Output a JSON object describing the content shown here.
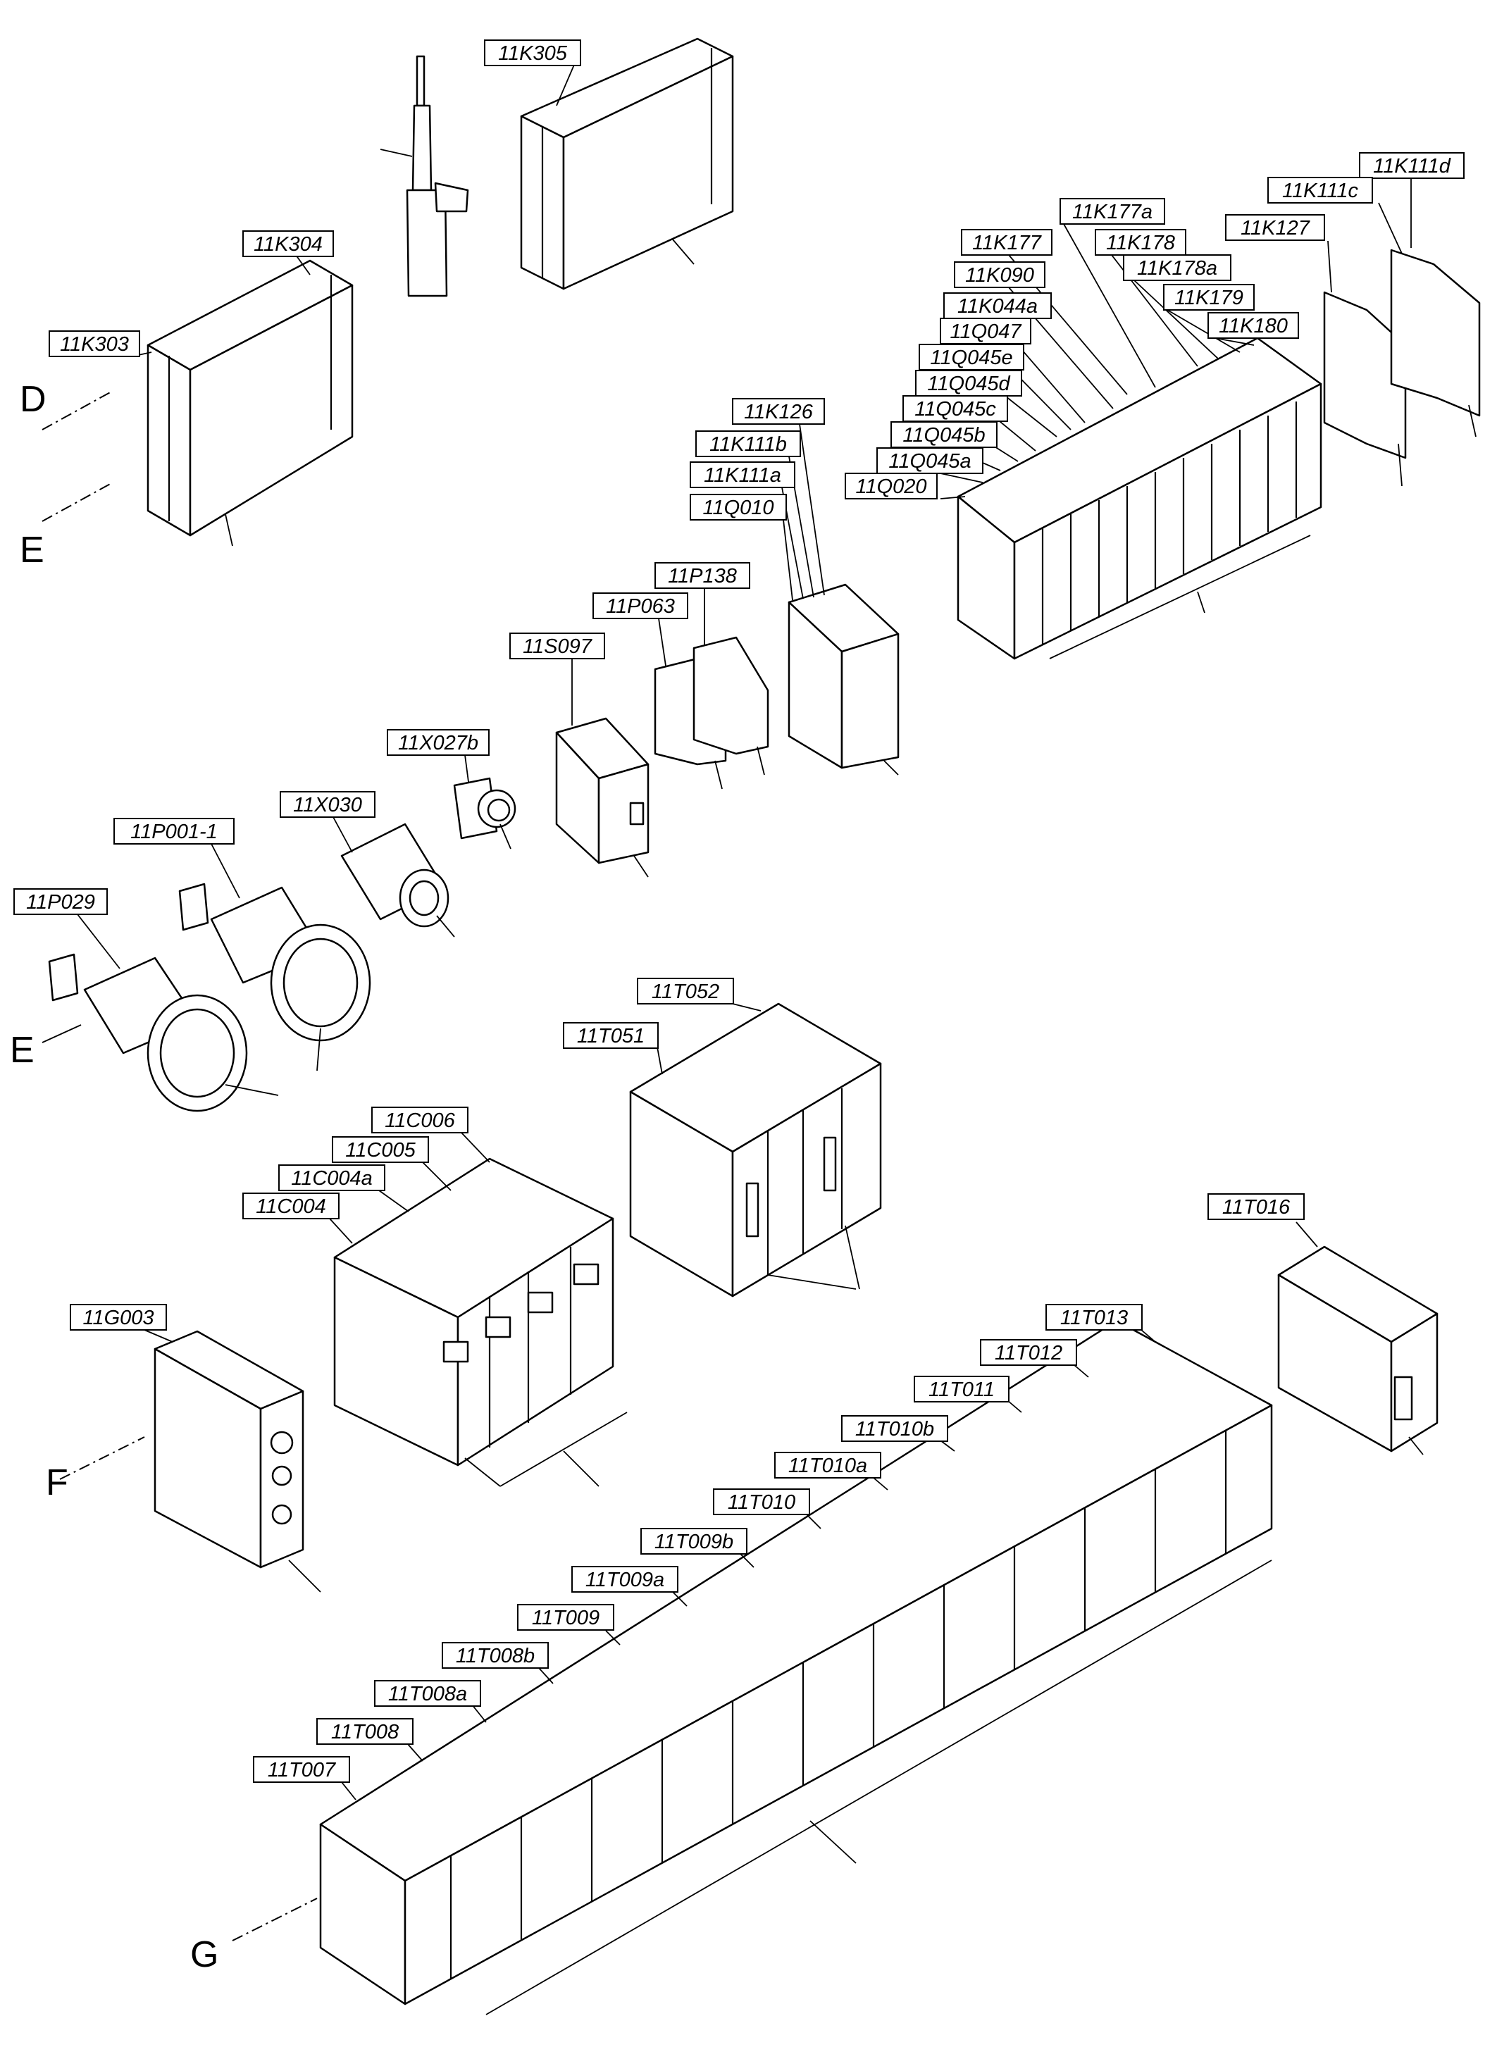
{
  "labels": {
    "k305": "11K305",
    "k304": "11K304",
    "k303": "11K303",
    "k111d": "11K111d",
    "k111c": "11K111c",
    "k127": "11K127",
    "k177a": "11K177a",
    "k177": "11K177",
    "k178": "11K178",
    "k090": "11K090",
    "k178a": "11K178a",
    "k044a": "11K044a",
    "k179": "11K179",
    "q047": "11Q047",
    "k180": "11K180",
    "q045e": "11Q045e",
    "q045d": "11Q045d",
    "q045c": "11Q045c",
    "q045b": "11Q045b",
    "q045a": "11Q045a",
    "q020": "11Q020",
    "k126": "11K126",
    "k111b": "11K111b",
    "k111a": "11K111a",
    "q010": "11Q010",
    "p138": "11P138",
    "p063": "11P063",
    "s097": "11S097",
    "x027b": "11X027b",
    "x030": "11X030",
    "p001_1": "11P001-1",
    "p029": "11P029",
    "t052": "11T052",
    "t051": "11T051",
    "c006": "11C006",
    "c005": "11C005",
    "c004a": "11C004a",
    "c004": "11C004",
    "t016": "11T016",
    "g003": "11G003",
    "t013": "11T013",
    "t012": "11T012",
    "t011": "11T011",
    "t010b": "11T010b",
    "t010a": "11T010a",
    "t010": "11T010",
    "t009b": "11T009b",
    "t009a": "11T009a",
    "t009": "11T009",
    "t008b": "11T008b",
    "t008a": "11T008a",
    "t008": "11T008",
    "t007": "11T007"
  },
  "section_letters": {
    "d": "D",
    "e_top": "E",
    "e_mid": "E",
    "f": "F",
    "g": "G"
  }
}
